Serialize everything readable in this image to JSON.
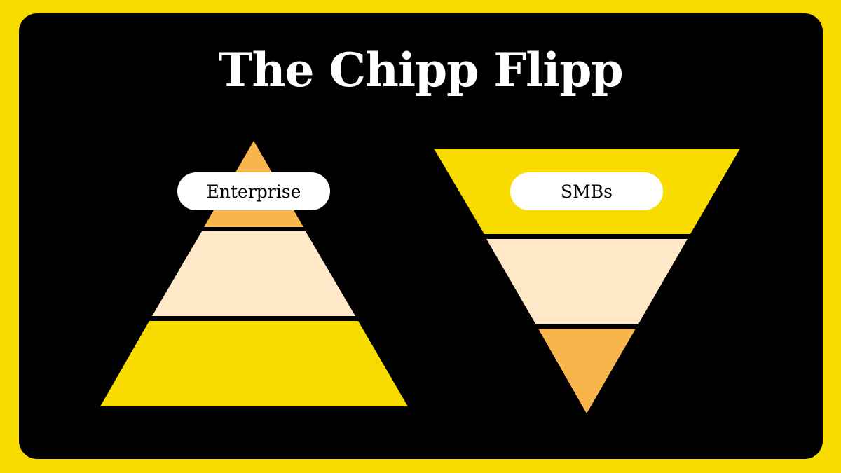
{
  "title": "The Chipp Flipp",
  "colors": {
    "frame": "#F8DC00",
    "background": "#000000",
    "tier_top_light": "#F8B54C",
    "tier_middle": "#FFE8C8",
    "tier_yellow": "#F8DC00",
    "label_background": "#FFFFFF"
  },
  "pyramid": {
    "label": "Enterprise",
    "tiers": [
      {
        "name": "top",
        "color": "#F8B54C"
      },
      {
        "name": "middle",
        "color": "#FFE8C8"
      },
      {
        "name": "bottom",
        "color": "#F8DC00"
      }
    ]
  },
  "inverted_pyramid": {
    "label": "SMBs",
    "tiers": [
      {
        "name": "top",
        "color": "#F8DC00"
      },
      {
        "name": "middle",
        "color": "#FFE8C8"
      },
      {
        "name": "bottom",
        "color": "#F8B54C"
      }
    ]
  }
}
